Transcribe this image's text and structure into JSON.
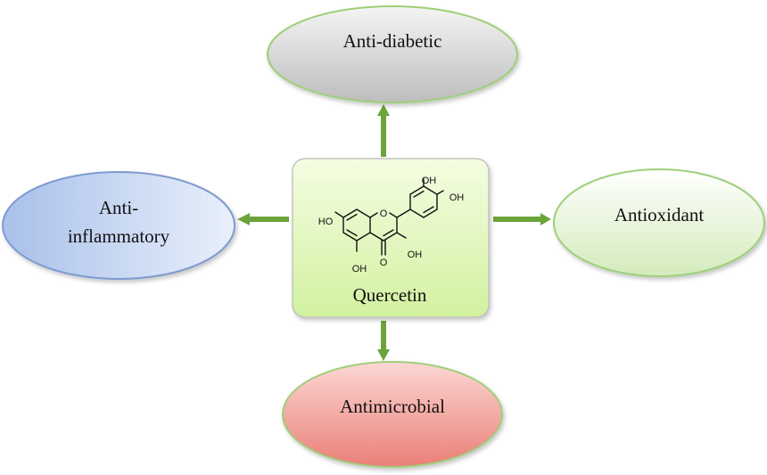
{
  "center": {
    "label": "Quercetin",
    "substituents": [
      "OH",
      "OH",
      "HO",
      "OH",
      "OH"
    ],
    "carbonyl_oxygen": "O",
    "ring_oxygen": "O"
  },
  "properties": {
    "top": "Anti-diabetic",
    "right": "Antioxidant",
    "bottom": "Antimicrobial",
    "left_line1": "Anti-",
    "left_line2": "inflammatory"
  },
  "colors": {
    "arrow": "#6aa43a",
    "center_fill": "#e4f8c4",
    "top_fill": "#d6d6d6",
    "right_fill": "#e6f4d6",
    "bottom_fill": "#f29d97",
    "left_fill": "#b9cdee"
  }
}
